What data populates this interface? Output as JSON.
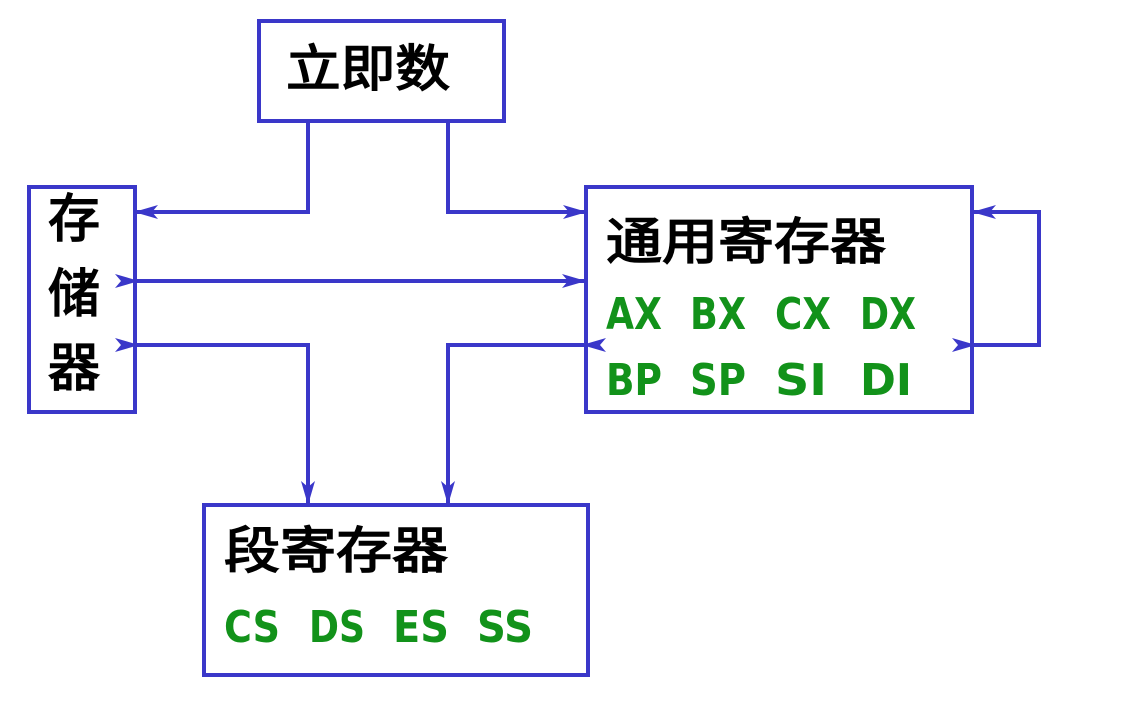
{
  "colors": {
    "border": "#3a37c9",
    "register_text": "#12921a",
    "title_text": "#000000",
    "background": "#ffffff"
  },
  "immediate": {
    "title": "立即数"
  },
  "memory": {
    "chars": [
      "存",
      "储",
      "器"
    ]
  },
  "general_registers": {
    "title": "通用寄存器",
    "row1": [
      "AX",
      "BX",
      "CX",
      "DX"
    ],
    "row2": [
      "BP",
      "SP",
      "SI",
      "DI"
    ]
  },
  "segment_registers": {
    "title": "段寄存器",
    "row1": [
      "CS",
      "DS",
      "ES",
      "SS"
    ]
  }
}
